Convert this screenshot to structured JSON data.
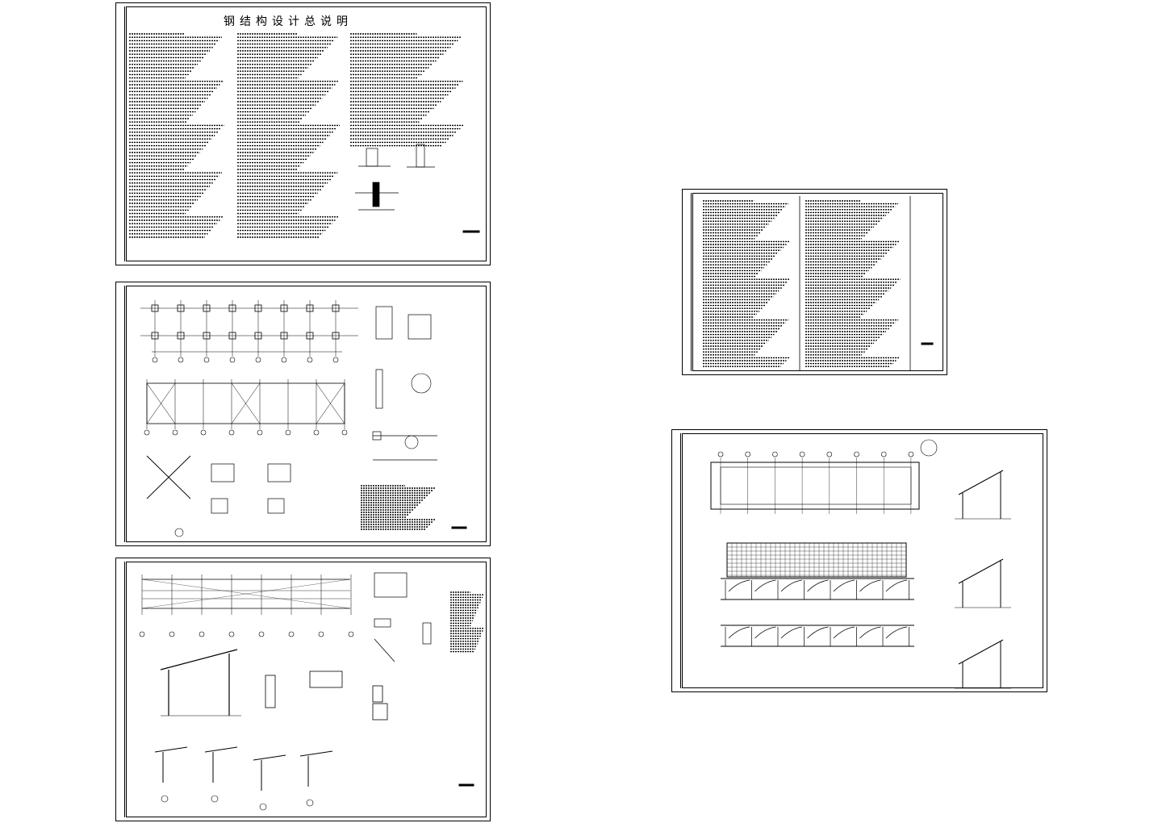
{
  "sheets": [
    {
      "id": "general-notes",
      "title": "钢结构设计总说明"
    },
    {
      "id": "foundation-plan",
      "title": ""
    },
    {
      "id": "frame-elevation",
      "title": ""
    },
    {
      "id": "design-notes-2",
      "title": ""
    },
    {
      "id": "plan-elevations",
      "title": ""
    }
  ],
  "colors": {
    "line": "#000000",
    "paper": "#ffffff"
  }
}
